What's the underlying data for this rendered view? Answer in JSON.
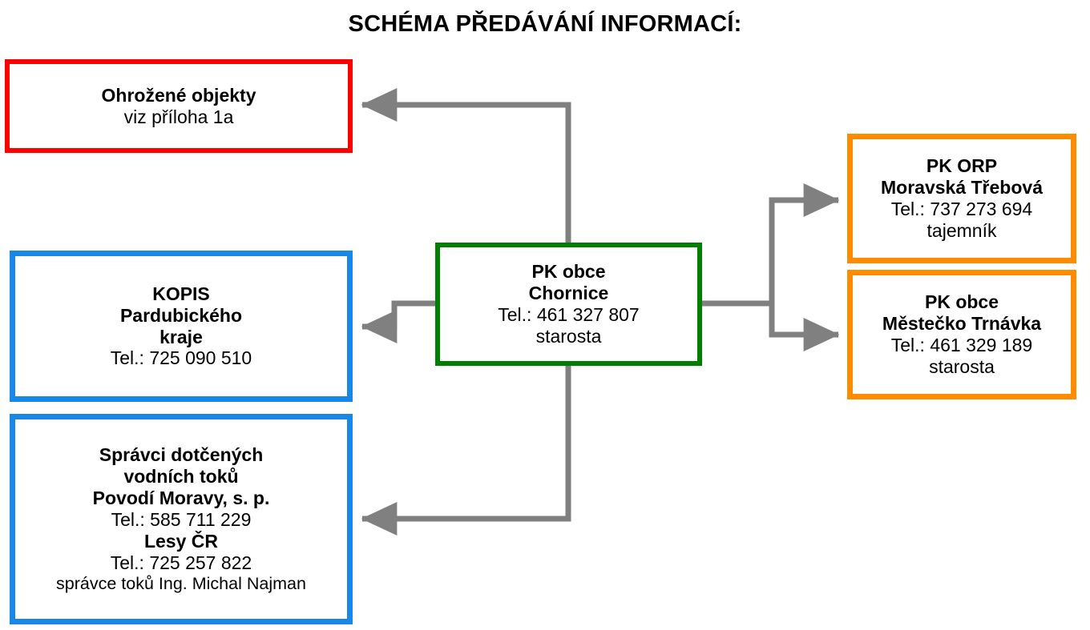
{
  "diagram": {
    "title": "SCHÉMA PŘEDÁVÁNÍ INFORMACÍ:",
    "colors": {
      "endangered_objects_border": "#ff0000",
      "emergency_services_border": "#1787e8",
      "municipality_border": "#008000",
      "partner_border": "#ff8c00",
      "connector": "#808080",
      "background": "#ffffff",
      "text": "#000000"
    },
    "nodes": {
      "endangered_objects": {
        "name": "Ohrožené objekty",
        "border_color": "#ff0000",
        "lines": [
          {
            "text": "Ohrožené objekty",
            "bold": true
          },
          {
            "text": "viz příloha 1a",
            "bold": false
          }
        ]
      },
      "kopis": {
        "name": "KOPIS Pardubického kraje",
        "border_color": "#1787e8",
        "lines": [
          {
            "text": "KOPIS",
            "bold": true
          },
          {
            "text": "Pardubického",
            "bold": true
          },
          {
            "text": "kraje",
            "bold": true
          },
          {
            "text": "Tel.: 725 090 510",
            "bold": false
          }
        ]
      },
      "water_managers": {
        "name": "Správci dotčených vodních toků",
        "border_color": "#1787e8",
        "lines": [
          {
            "text": "Správci dotčených",
            "bold": true
          },
          {
            "text": "vodních toků",
            "bold": true
          },
          {
            "text": "Povodí Moravy, s. p.",
            "bold": true
          },
          {
            "text": "Tel.: 585 711 229",
            "bold": false
          },
          {
            "text": "Lesy ČR",
            "bold": true
          },
          {
            "text": "Tel.: 725 257 822",
            "bold": false
          },
          {
            "text": "správce toků Ing. Michal Najman",
            "bold": false,
            "small": true
          }
        ]
      },
      "municipality": {
        "name": "PK obce Chornice",
        "border_color": "#008000",
        "lines": [
          {
            "text": "PK obce",
            "bold": true
          },
          {
            "text": "Chornice",
            "bold": true
          },
          {
            "text": "Tel.: 461 327 807",
            "bold": false
          },
          {
            "text": "starosta",
            "bold": false
          }
        ]
      },
      "pk_orp": {
        "name": "PK ORP Moravská Třebová",
        "border_color": "#ff8c00",
        "lines": [
          {
            "text": "PK ORP",
            "bold": true
          },
          {
            "text": "Moravská Třebová",
            "bold": true
          },
          {
            "text": "Tel.: 737 273 694",
            "bold": false
          },
          {
            "text": "tajemník",
            "bold": false
          }
        ]
      },
      "pk_mestecko": {
        "name": "PK obce Městečko Trnávka",
        "border_color": "#ff8c00",
        "lines": [
          {
            "text": "PK obce",
            "bold": true
          },
          {
            "text": "Městečko Trnávka",
            "bold": true
          },
          {
            "text": "Tel.: 461 329 189",
            "bold": false
          },
          {
            "text": "starosta",
            "bold": false
          }
        ]
      }
    },
    "connectors": [
      {
        "id": "municipality-to-endangered-objects",
        "from": "municipality",
        "to": "endangered_objects",
        "direction": "one-way"
      },
      {
        "id": "municipality-to-kopis",
        "from": "municipality",
        "to": "kopis",
        "direction": "one-way"
      },
      {
        "id": "municipality-to-water-managers",
        "from": "municipality",
        "to": "water_managers",
        "direction": "one-way"
      },
      {
        "id": "municipality-to-pk-orp",
        "from": "municipality",
        "to": "pk_orp",
        "direction": "one-way"
      },
      {
        "id": "municipality-to-pk-mestecko",
        "from": "municipality",
        "to": "pk_mestecko",
        "direction": "one-way"
      }
    ]
  }
}
